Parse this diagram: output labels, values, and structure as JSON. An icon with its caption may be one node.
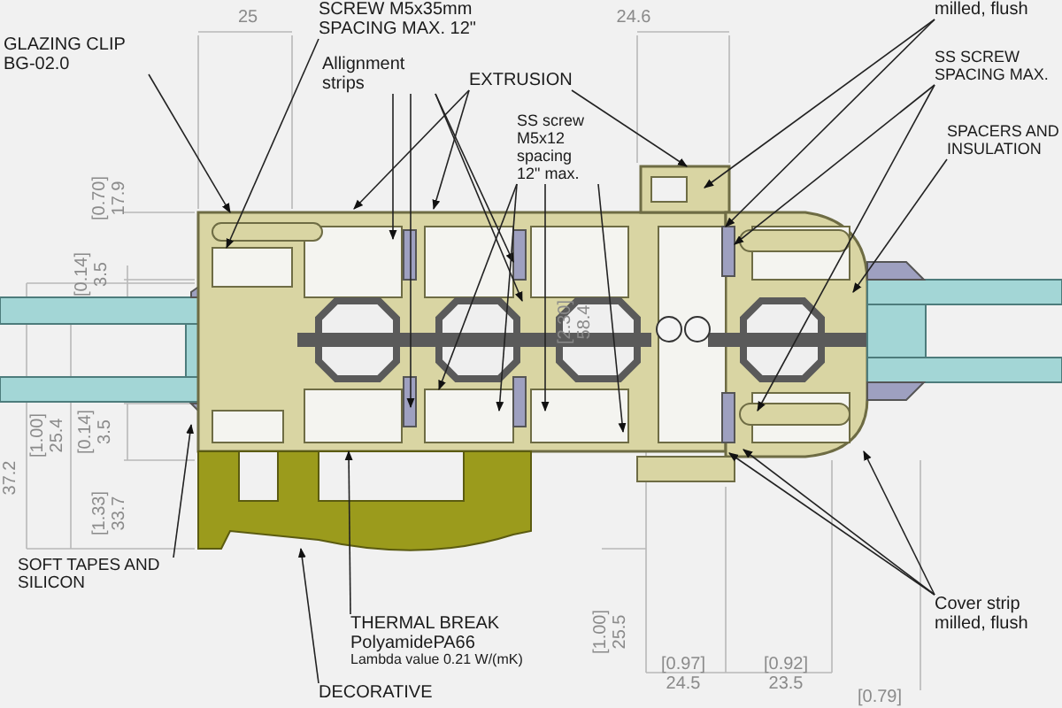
{
  "diagram": {
    "nodes": [
      {
        "text": [
          "GLAZING CLIP BG-02.0"
        ]
      },
      {
        "text": [
          "SCREW M5x35mm SPACING MAX. 12\""
        ]
      },
      {
        "text": [
          "Allignment strips"
        ]
      },
      {
        "text": [
          "EXTRUSION"
        ]
      },
      {
        "text": [
          "SS screw M5x12 spacing 12\" max."
        ]
      },
      {
        "text": [
          "milled, flush"
        ]
      },
      {
        "text": [
          "SS SCREW SPACING MAX."
        ]
      },
      {
        "text": [
          "SPACERS AND INSULATION"
        ]
      },
      {
        "text": [
          "SOFT TAPES AND SILICON"
        ]
      },
      {
        "text": [
          "THERMAL BREAK",
          "PolyamidePA66",
          "Lambda value 0.21 W/(mK)"
        ]
      },
      {
        "text": [
          "DECORATIVE"
        ]
      },
      {
        "text": [
          "Cover strip milled, flush"
        ]
      }
    ],
    "edges": [
      {
        "from": 0,
        "to": null,
        "arrow": "to"
      },
      {
        "from": 1,
        "to": null,
        "arrow": "to"
      },
      {
        "from": 2,
        "to": null,
        "arrow": "to"
      },
      {
        "from": 2,
        "to": null,
        "arrow": "to"
      },
      {
        "from": 2,
        "to": null,
        "arrow": "to"
      },
      {
        "from": 2,
        "to": null,
        "arrow": "to"
      },
      {
        "from": 3,
        "to": null,
        "arrow": "to"
      },
      {
        "from": 3,
        "to": null,
        "arrow": "to"
      },
      {
        "from": 3,
        "to": null,
        "arrow": "to"
      },
      {
        "from": 4,
        "to": null,
        "arrow": "to"
      },
      {
        "from": 4,
        "to": null,
        "arrow": "to"
      },
      {
        "from": 4,
        "to": null,
        "arrow": "to"
      },
      {
        "from": 4,
        "to": null,
        "arrow": "to"
      },
      {
        "from": 5,
        "to": null,
        "arrow": "to"
      },
      {
        "from": 5,
        "to": null,
        "arrow": "to"
      },
      {
        "from": 6,
        "to": null,
        "arrow": "to"
      },
      {
        "from": 6,
        "to": null,
        "arrow": "to"
      },
      {
        "from": 7,
        "to": null,
        "arrow": "to"
      },
      {
        "from": 8,
        "to": null,
        "arrow": "to"
      },
      {
        "from": 9,
        "to": null,
        "arrow": "to"
      },
      {
        "from": 10,
        "to": null,
        "arrow": "to"
      },
      {
        "from": 11,
        "to": null,
        "arrow": "to"
      },
      {
        "from": 11,
        "to": null,
        "arrow": "to"
      },
      {
        "from": 11,
        "to": null,
        "arrow": "to"
      }
    ],
    "labels": [
      "25",
      "24.6",
      "[0.70] 17.9",
      "[0.14] 3.5",
      "[1.00] 25.4",
      "[0.14] 3.5",
      "37.2",
      "[1.33] 33.7",
      "[2.30] 58.4",
      "[1.00] 25.5",
      "[0.97] 24.5",
      "[0.92] 23.5",
      "[0.79]"
    ]
  }
}
